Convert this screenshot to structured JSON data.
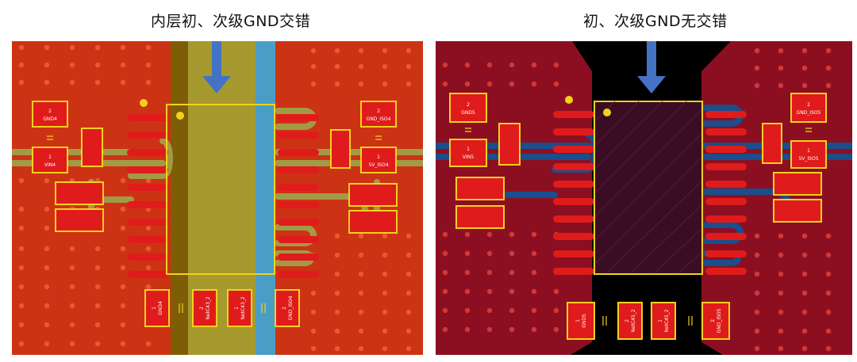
{
  "left": {
    "caption": "内层初、次级GND交错",
    "pads": {
      "gnd_top": {
        "num": "2",
        "name": "GND4"
      },
      "vin": {
        "num": "1",
        "name": "VIN4"
      },
      "gnd_iso_top": {
        "num": "2",
        "name": "GND_ISO4"
      },
      "v5_iso": {
        "num": "1",
        "name": "5V_ISO4"
      },
      "bottom": [
        {
          "num": "1",
          "name": "GND4"
        },
        {
          "num": "2",
          "name": "NetC43_2"
        },
        {
          "num": "1",
          "name": "NetC43_2"
        },
        {
          "num": "2",
          "name": "GND_ISO4"
        }
      ]
    }
  },
  "right": {
    "caption": "初、次级GND无交错",
    "pads": {
      "gnd_top": {
        "num": "2",
        "name": "GND5"
      },
      "vin": {
        "num": "1",
        "name": "VIN5"
      },
      "gnd_iso_top": {
        "num": "2",
        "name": "GND_ISO5"
      },
      "v5_iso": {
        "num": "1",
        "name": "5V_ISO5"
      },
      "bottom": [
        {
          "num": "1",
          "name": "GND5"
        },
        {
          "num": "2",
          "name": "NetC45_2"
        },
        {
          "num": "1",
          "name": "NetC45_2"
        },
        {
          "num": "2",
          "name": "GND_ISO5"
        }
      ]
    }
  },
  "colors": {
    "copper_left": "#cc3314",
    "copper_right": "#8c0f21",
    "overlap_olive": "#a69a2e",
    "gnd_stripe": "#7d5e07",
    "iso_stripe": "#4a9ec6",
    "trace_right": "#1a4e8c",
    "pad_red": "#e01b1b",
    "silk_yellow": "#f2d21b",
    "arrow_blue": "#4472c4"
  }
}
